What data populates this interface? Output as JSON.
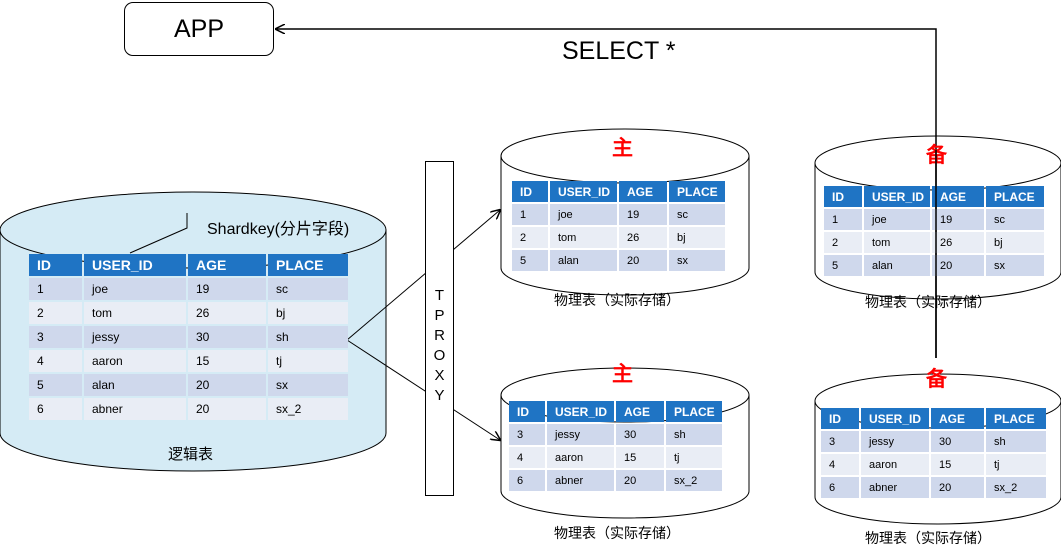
{
  "app": {
    "label": "APP"
  },
  "query": {
    "label": "SELECT *"
  },
  "proxy": {
    "letters": [
      "T",
      "P",
      "R",
      "O",
      "X",
      "Y"
    ]
  },
  "logical": {
    "caption": "逻辑表",
    "shardkey": "Shardkey(分片字段)",
    "headers": [
      "ID",
      "USER_ID",
      "AGE",
      "PLACE"
    ],
    "rows": [
      [
        "1",
        "joe",
        "19",
        "sc"
      ],
      [
        "2",
        "tom",
        "26",
        "bj"
      ],
      [
        "3",
        "jessy",
        "30",
        "sh"
      ],
      [
        "4",
        "aaron",
        "15",
        "tj"
      ],
      [
        "5",
        "alan",
        "20",
        "sx"
      ],
      [
        "6",
        "abner",
        "20",
        "sx_2"
      ]
    ]
  },
  "physical": {
    "headers": [
      "ID",
      "USER_ID",
      "AGE",
      "PLACE"
    ],
    "primary_top": {
      "role": "主",
      "caption": "物理表（实际存储）",
      "rows": [
        [
          "1",
          "joe",
          "19",
          "sc"
        ],
        [
          "2",
          "tom",
          "26",
          "bj"
        ],
        [
          "5",
          "alan",
          "20",
          "sx"
        ]
      ]
    },
    "primary_bottom": {
      "role": "主",
      "caption": "物理表（实际存储）",
      "rows": [
        [
          "3",
          "jessy",
          "30",
          "sh"
        ],
        [
          "4",
          "aaron",
          "15",
          "tj"
        ],
        [
          "6",
          "abner",
          "20",
          "sx_2"
        ]
      ]
    },
    "backup_top": {
      "role": "备",
      "caption": "物理表（实际存储）",
      "rows": [
        [
          "1",
          "joe",
          "19",
          "sc"
        ],
        [
          "2",
          "tom",
          "26",
          "bj"
        ],
        [
          "5",
          "alan",
          "20",
          "sx"
        ]
      ]
    },
    "backup_bottom": {
      "role": "备",
      "caption": "物理表（实际存储）",
      "rows": [
        [
          "3",
          "jessy",
          "30",
          "sh"
        ],
        [
          "4",
          "aaron",
          "15",
          "tj"
        ],
        [
          "6",
          "abner",
          "20",
          "sx_2"
        ]
      ]
    }
  },
  "colors": {
    "header_bg": "#1f74c4",
    "row_bg": "#cfd8ec",
    "row_alt_bg": "#e9edf5",
    "logical_fill": "#d5ebf5",
    "role_text": "#ff0000"
  }
}
